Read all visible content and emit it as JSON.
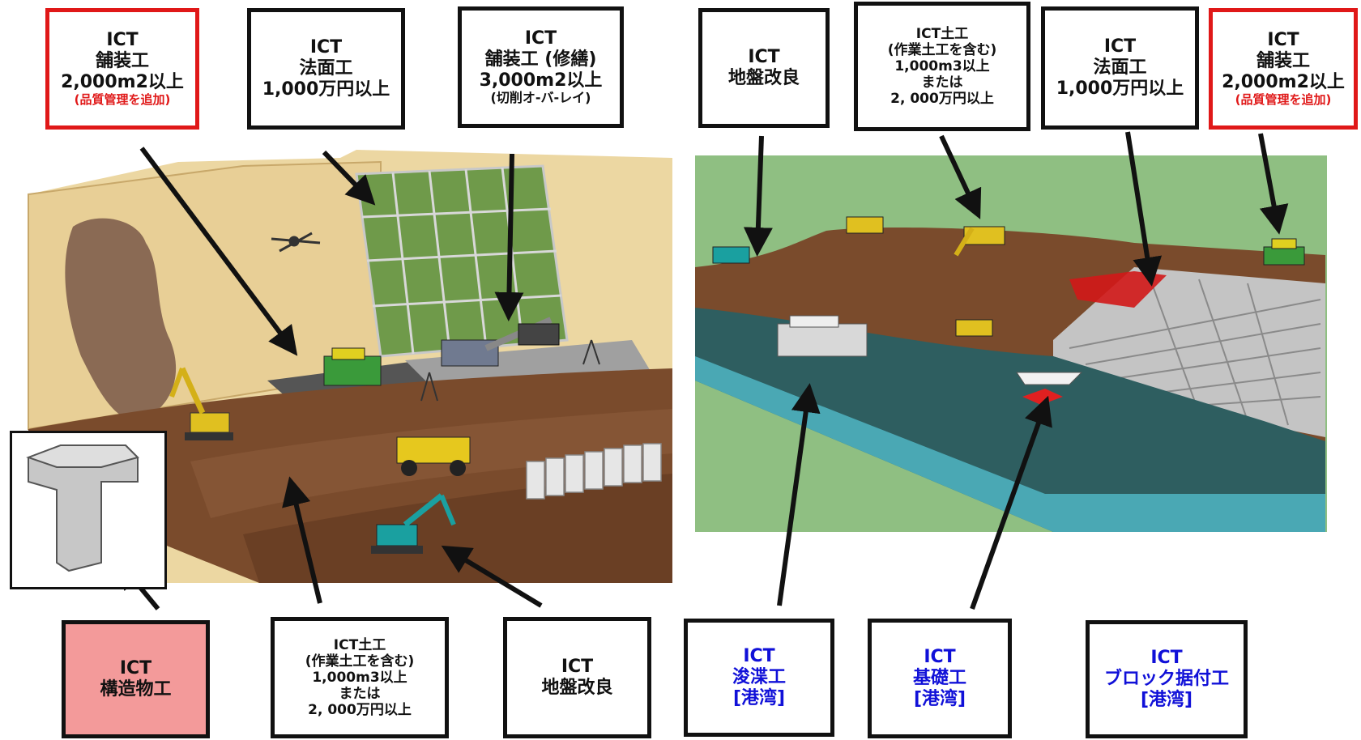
{
  "labels": {
    "pave1": [
      "ICT",
      "舗装工",
      "2,000m2以上",
      "(品質管理を追加)"
    ],
    "slope1": [
      "ICT",
      "法面工",
      "1,000万円以上"
    ],
    "pave_repair": [
      "ICT",
      "舗装工 (修繕)",
      "3,000m2以上",
      "(切削オ-バ-レイ)"
    ],
    "ground1": [
      "ICT",
      "地盤改良"
    ],
    "earth_top": [
      "ICT土工",
      "(作業土工を含む)",
      "1,000m3以上",
      "または",
      "2, 000万円以上"
    ],
    "slope2": [
      "ICT",
      "法面工",
      "1,000万円以上"
    ],
    "pave2": [
      "ICT",
      "舗装工",
      "2,000m2以上",
      "(品質管理を追加)"
    ],
    "structure": [
      "ICT",
      "構造物工"
    ],
    "earth_bottom": [
      "ICT土工",
      "(作業土工を含む)",
      "1,000m3以上",
      "または",
      "2, 000万円以上"
    ],
    "ground2": [
      "ICT",
      "地盤改良"
    ],
    "dredge": [
      "ICT",
      "浚渫工",
      "[港湾]"
    ],
    "foundation": [
      "ICT",
      "基礎工",
      "[港湾]"
    ],
    "block": [
      "ICT",
      "ブロック据付工",
      "[港湾]"
    ]
  },
  "colors": {
    "red_border": "#e01818",
    "pink_fill": "#f39a9a",
    "harbor_text": "#1010d8",
    "sky_left": "#e9d29c",
    "sky_right": "#8fbf82",
    "soil": "#7a4b2c",
    "water": "#2e5e60"
  }
}
